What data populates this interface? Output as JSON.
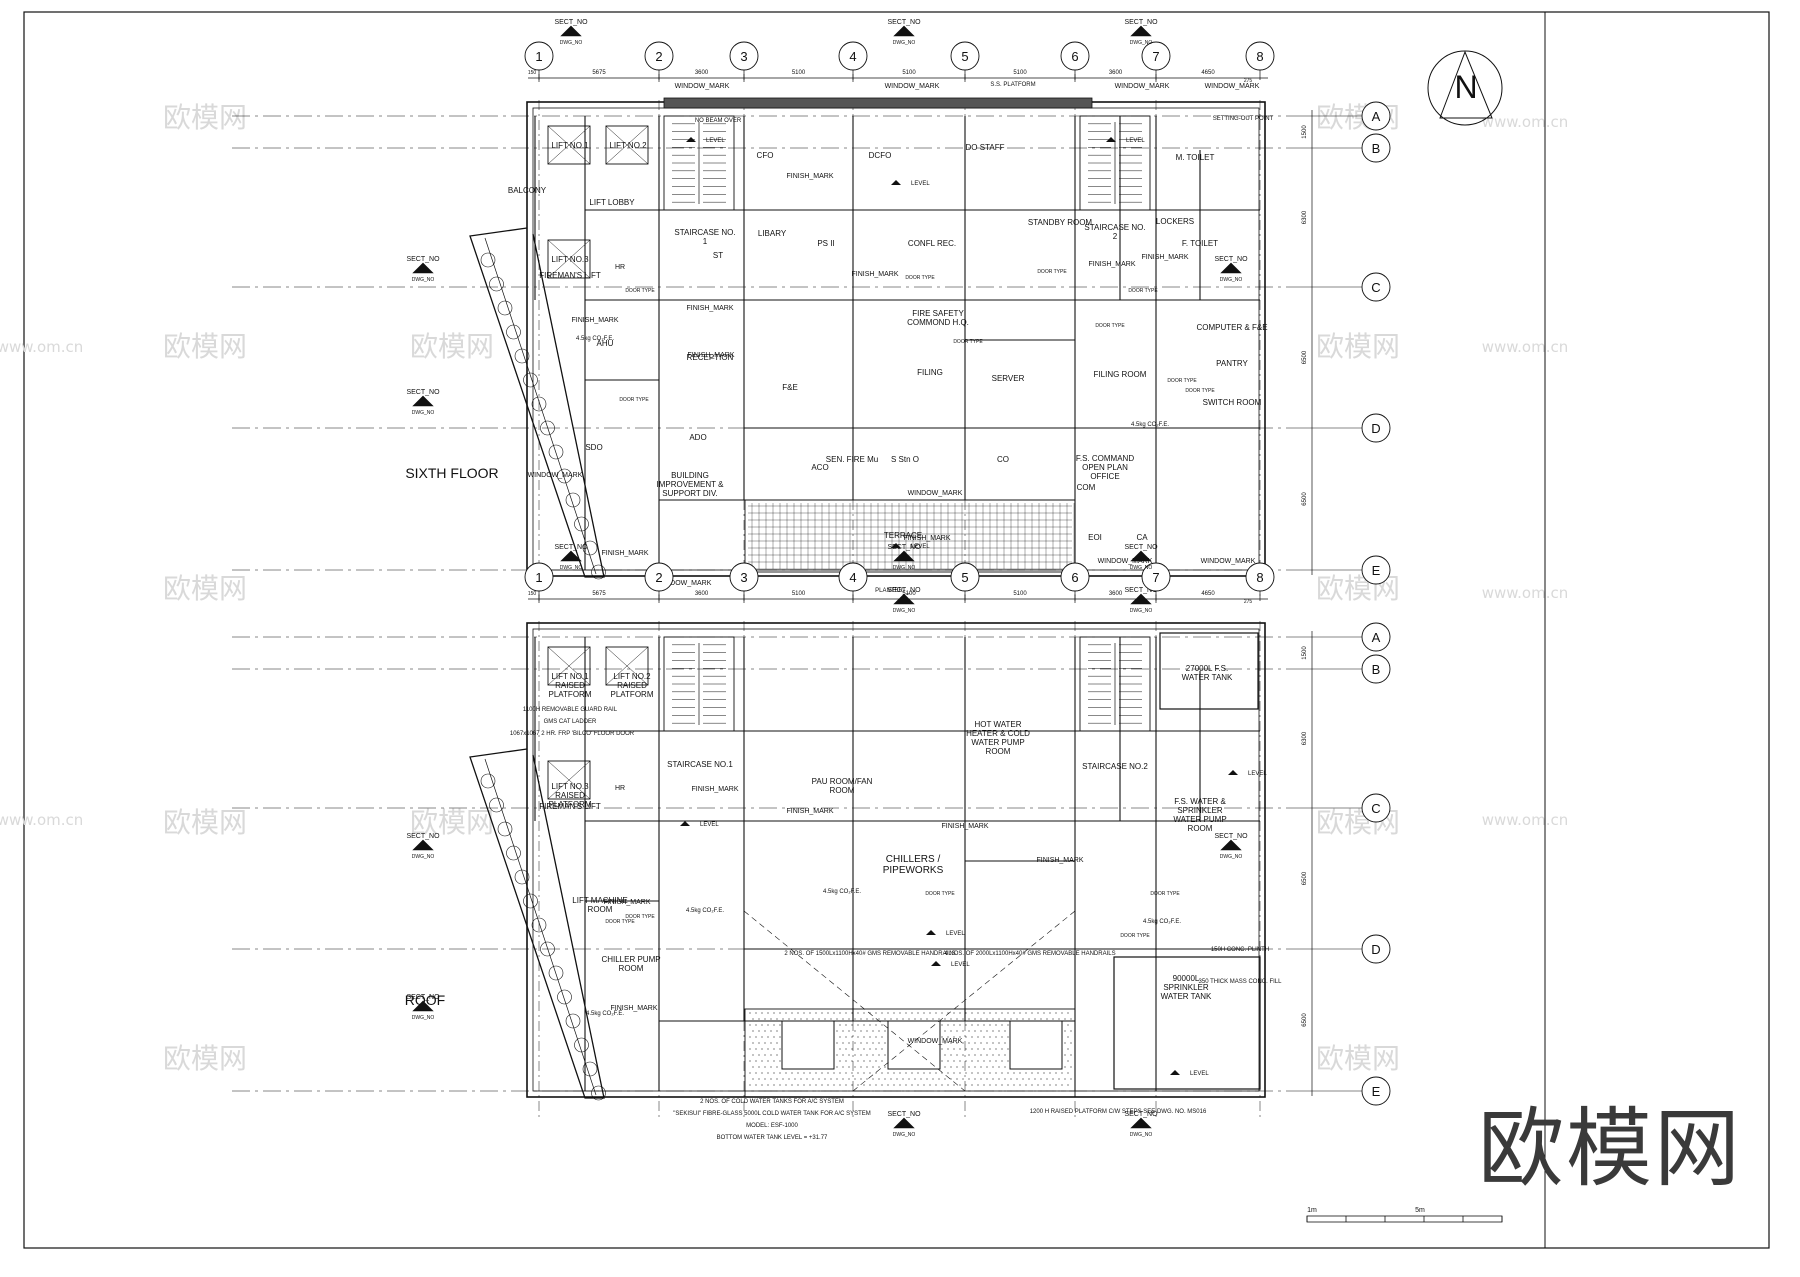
{
  "sheet": {
    "grid_columns": [
      "1",
      "2",
      "3",
      "4",
      "5",
      "6",
      "7",
      "8"
    ],
    "grid_rows": [
      "A",
      "B",
      "C",
      "D",
      "E"
    ],
    "column_spacings": [
      "5675",
      "3600",
      "5100",
      "5100",
      "5100",
      "3600",
      "4650"
    ],
    "edge_dims": [
      "150",
      "275"
    ],
    "row_spacings": [
      "1500",
      "6300",
      "6500",
      "6500"
    ],
    "north_symbol": "N",
    "watermark_url": "www.om.cn",
    "watermark_logo": "欧模网",
    "watermark_big": "欧模网",
    "scale": {
      "left": "1m",
      "right": "5m"
    }
  },
  "plans": [
    {
      "id": "sixth",
      "title": "SIXTH FLOOR",
      "rooms": [
        {
          "label": "LIFT NO.1"
        },
        {
          "label": "LIFT NO.2"
        },
        {
          "label": "LIFT NO.3"
        },
        {
          "label": "FIREMAN'S LIFT"
        },
        {
          "label": "LIFT LOBBY"
        },
        {
          "label": "STAIRCASE NO. 1"
        },
        {
          "label": "CFO"
        },
        {
          "label": "DCFO"
        },
        {
          "label": "DO STAFF"
        },
        {
          "label": "STANDBY ROOM"
        },
        {
          "label": "STAIRCASE NO. 2"
        },
        {
          "label": "M. TOILET"
        },
        {
          "label": "F. TOILET"
        },
        {
          "label": "LOCKERS"
        },
        {
          "label": "LIBARY"
        },
        {
          "label": "PS II"
        },
        {
          "label": "CONFL REC."
        },
        {
          "label": "ST"
        },
        {
          "label": "AHU"
        },
        {
          "label": "RECEPTION"
        },
        {
          "label": "F&E"
        },
        {
          "label": "FILING"
        },
        {
          "label": "SERVER"
        },
        {
          "label": "FILING ROOM"
        },
        {
          "label": "COMPUTER & F&E"
        },
        {
          "label": "PANTRY"
        },
        {
          "label": "SWITCH ROOM"
        },
        {
          "label": "ADO"
        },
        {
          "label": "SEN. FIRE Mu"
        },
        {
          "label": "ACO"
        },
        {
          "label": "S Stn O"
        },
        {
          "label": "CO"
        },
        {
          "label": "F.S. COMMAND OPEN PLAN OFFICE"
        },
        {
          "label": "BUILDING IMPROVEMENT & SUPPORT DIV."
        },
        {
          "label": "SDO"
        },
        {
          "label": "FIRE SAFETY COMMOND H.Q."
        },
        {
          "label": "TERRACE"
        },
        {
          "label": "EOI"
        },
        {
          "label": "CA"
        },
        {
          "label": "COM"
        },
        {
          "label": "BALCONY"
        }
      ],
      "notes": [
        "S.S. PLATFORM",
        "PLANTER",
        "SETTING-OUT POINT",
        "NO BEAM OVER"
      ]
    },
    {
      "id": "roof",
      "title": "ROOF",
      "rooms": [
        {
          "label": "LIFT NO.1 RAISED PLATFORM"
        },
        {
          "label": "LIFT NO.2 RAISED PLATFORM"
        },
        {
          "label": "LIFT NO.3 RAISED PLATFORM"
        },
        {
          "label": "FIREMAN'S LIFT"
        },
        {
          "label": "LIFT MACHINE ROOM"
        },
        {
          "label": "STAIRCASE NO.1"
        },
        {
          "label": "PAU ROOM/FAN ROOM"
        },
        {
          "label": "HOT WATER HEATER & COLD WATER PUMP ROOM"
        },
        {
          "label": "STAIRCASE NO.2"
        },
        {
          "label": "27000L F.S. WATER TANK"
        },
        {
          "label": "F.S. WATER & SPRINKLER WATER PUMP ROOM"
        },
        {
          "label": "CHILLERS / PIPEWORKS"
        },
        {
          "label": "CHILLER PUMP ROOM"
        },
        {
          "label": "90000L SPRINKLER WATER TANK"
        }
      ],
      "notes": [
        "1100H REMOVABLE GUARD RAIL",
        "GMS CAT LADDER",
        "1067x1067 2 HR. FRP 'BILCO' FLOOR DOOR",
        "2 NOS. OF 1500Lx1100Hx40# GMS REMOVABLE HANDRAILS",
        "4 NOS. OF 2000Lx1100Hx40# GMS REMOVABLE HANDRAILS",
        "2 NOS. OF COLD WATER TANKS FOR A/C SYSTEM",
        "\"SEKISUI\" FIBRE-GLASS 5000L COLD WATER TANK FOR A/C SYSTEM",
        "MODEL: ESF-1000",
        "BOTTOM WATER TANK LEVEL = +31.77",
        "1200 H RAISED PLATFORM C/W STEPS SEE DWG. NO. MS016",
        "350 THICK MASS CONC. FILL",
        "150H CONC. PLINTH",
        "4.5kg CO₂F.E."
      ]
    }
  ],
  "marks": {
    "window": "WINDOW_MARK",
    "finish": "FINISH_MARK",
    "sect": "SECT_NO",
    "door": "DOOR TYPE",
    "level": "LEVEL",
    "fe": "4.5kg CO₂F.E.",
    "dwg": "DWG_NO",
    "hr": "HR"
  }
}
